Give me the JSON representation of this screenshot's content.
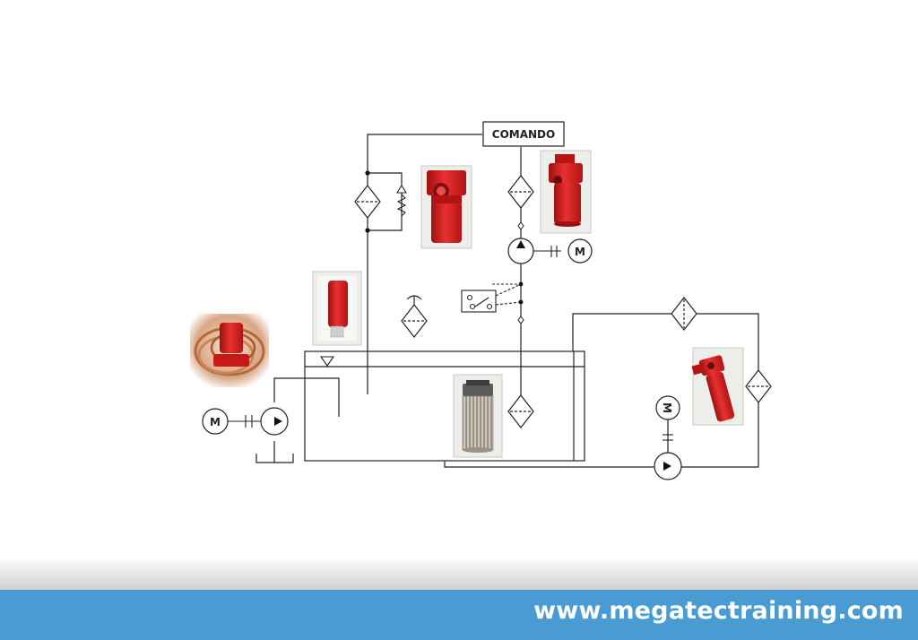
{
  "diagram": {
    "command_box_label": "COMANDO",
    "motor_label": "M"
  },
  "footer": {
    "website": "www.megatectraining.com"
  },
  "colors": {
    "footer_bar": "#4a9bd1",
    "filter_red": "#d81e1e",
    "line": "#222222"
  }
}
